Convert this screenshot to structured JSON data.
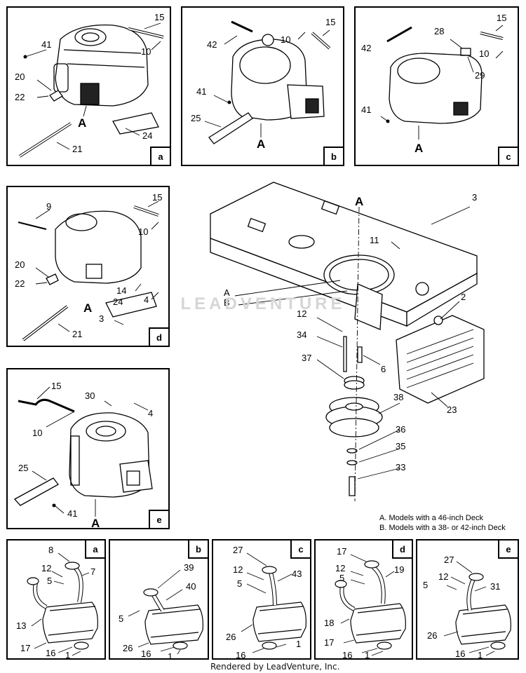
{
  "panels": {
    "a": {
      "tag": "a",
      "labels": {
        "l15": "15",
        "l41": "41",
        "l10": "10",
        "l20": "20",
        "l22": "22",
        "lA": "A",
        "l24": "24",
        "l21": "21"
      }
    },
    "b": {
      "tag": "b",
      "labels": {
        "l42": "42",
        "l10": "10",
        "l15": "15",
        "l41": "41",
        "l25": "25",
        "lA": "A"
      }
    },
    "c": {
      "tag": "c",
      "labels": {
        "l42": "42",
        "l15": "15",
        "l28": "28",
        "l10": "10",
        "l29": "29",
        "l41": "41",
        "lA": "A"
      }
    },
    "d": {
      "tag": "d",
      "labels": {
        "l9": "9",
        "l15": "15",
        "l10": "10",
        "l20": "20",
        "l22": "22",
        "l14": "14",
        "l4": "4",
        "lA": "A",
        "l24": "24",
        "l3": "3",
        "l21": "21"
      }
    },
    "e": {
      "tag": "e",
      "labels": {
        "l15": "15",
        "l30": "30",
        "l4": "4",
        "l10": "10",
        "l25": "25",
        "lA": "A",
        "l41": "41"
      }
    }
  },
  "main": {
    "labels": {
      "lA": "A",
      "l3": "3",
      "l11": "11",
      "lA2": "A",
      "lB": "B",
      "l2": "2",
      "l12": "12",
      "l34": "34",
      "l37": "37",
      "l6": "6",
      "l23": "23",
      "l38": "38",
      "l36": "36",
      "l35": "35",
      "l33": "33"
    },
    "notes": [
      "A. Models with a 46-inch Deck",
      "B. Models with a 38- or 42-inch Deck"
    ]
  },
  "mufflers": {
    "a": {
      "tag": "a",
      "labels": {
        "l8": "8",
        "l12": "12",
        "l7": "7",
        "l5": "5",
        "l13": "13",
        "l17": "17",
        "l16": "16",
        "l1": "1"
      }
    },
    "b": {
      "tag": "b",
      "labels": {
        "l39": "39",
        "l40": "40",
        "l5": "5",
        "l26": "26",
        "l16": "16",
        "l1": "1"
      }
    },
    "c": {
      "tag": "c",
      "labels": {
        "l27": "27",
        "l12": "12",
        "l43": "43",
        "l5": "5",
        "l26": "26",
        "l1": "1",
        "l16": "16"
      }
    },
    "d": {
      "tag": "d",
      "labels": {
        "l17": "17",
        "l12": "12",
        "l19": "19",
        "l5": "5",
        "l18": "18",
        "l17b": "17",
        "l16": "16",
        "l1": "1"
      }
    },
    "e": {
      "tag": "e",
      "labels": {
        "l27": "27",
        "l12": "12",
        "l5": "5",
        "l31": "31",
        "l26": "26",
        "l16": "16",
        "l1": "1"
      }
    }
  },
  "watermark": "LEADVENTURE",
  "footer": "Rendered by LeadVenture, Inc."
}
